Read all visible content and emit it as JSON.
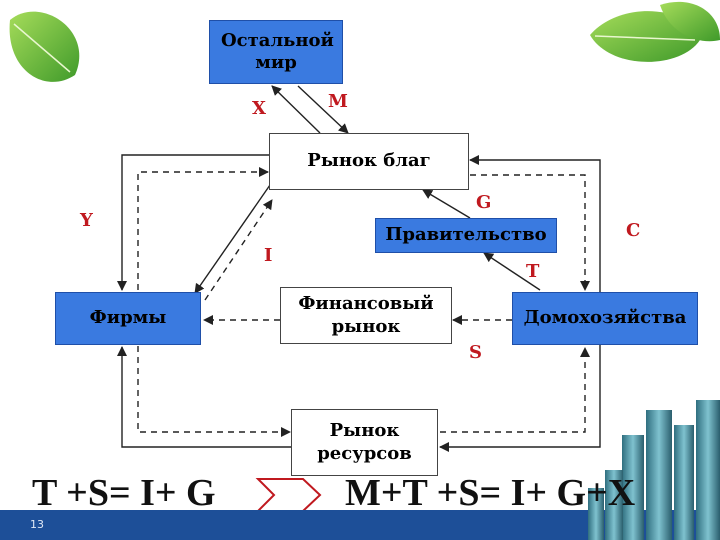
{
  "nodes": {
    "rest_of_world": "Остальной мир",
    "goods_market": "Рынок благ",
    "government": "Правительство",
    "firms": "Фирмы",
    "financial_market": "Финансовый рынок",
    "households": "Домохозяйства",
    "resource_market": "Рынок ресурсов"
  },
  "flows": {
    "x": "X",
    "m": "M",
    "y": "Y",
    "i": "I",
    "g": "G",
    "c": "C",
    "t": "T",
    "s": "S"
  },
  "formula": {
    "left": "T +S= I+ G",
    "right": "M+T +S= I+ G+X"
  },
  "slide_number": "13",
  "colors": {
    "box_blue": "#3a7ae0",
    "label_red": "#c0191f",
    "equivalence_arrow": "#c0191f",
    "footer_bar": "#1d4f98"
  },
  "icons": [
    "leaf-decoration",
    "city-skyline-decoration",
    "chevron-arrow-icon"
  ]
}
